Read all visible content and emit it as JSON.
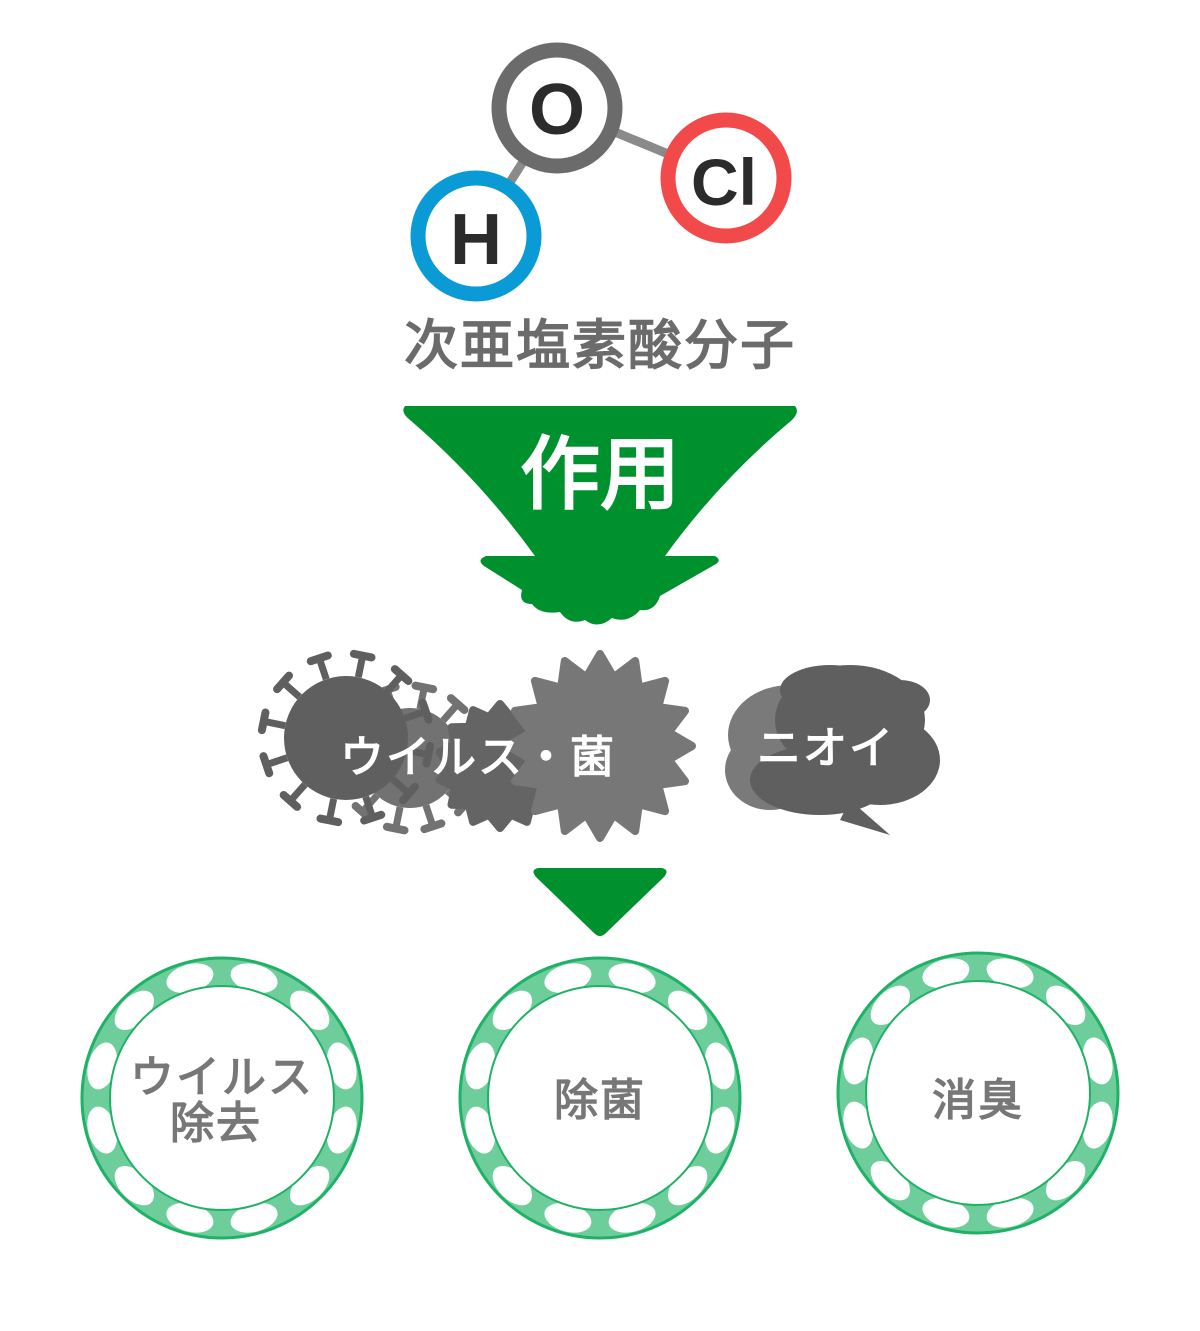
{
  "molecule": {
    "atoms": [
      {
        "symbol": "O",
        "color": "#6b6b6b"
      },
      {
        "symbol": "Cl",
        "color": "#f24a4a"
      },
      {
        "symbol": "H",
        "color": "#0a9bd6"
      }
    ],
    "name": "次亜塩素酸分子"
  },
  "action": {
    "label": "作用",
    "color": "#00912f"
  },
  "targets": {
    "virus_bacteria": "ウイルス・菌",
    "odor": "ニオイ"
  },
  "effects": [
    {
      "line1": "ウイルス",
      "line2": "除去"
    },
    {
      "line1": "除菌"
    },
    {
      "line1": "消臭"
    }
  ],
  "colors": {
    "ring": "#6dce9b",
    "ring_stroke": "#1fb266",
    "shape_gray": "#666666"
  }
}
